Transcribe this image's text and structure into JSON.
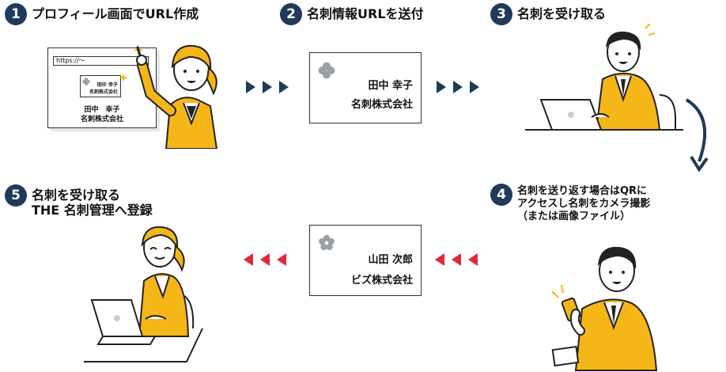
{
  "steps": [
    {
      "num": "1",
      "title_lines": [
        "プロフィール画面でURL作成"
      ]
    },
    {
      "num": "2",
      "title_lines": [
        "名刺情報URLを送付"
      ]
    },
    {
      "num": "3",
      "title_lines": [
        "名刺を受け取る"
      ]
    },
    {
      "num": "4",
      "title_lines": [
        "名刺を送り返す場合はQRに",
        "アクセスし名刺をカメラ撮影",
        "（または画像ファイル）"
      ]
    },
    {
      "num": "5",
      "title_lines": [
        "名刺を受け取る",
        "THE 名刺管理へ登録"
      ]
    }
  ],
  "browser": {
    "url_text": "https://～",
    "mini_card_name": "田中 幸子",
    "mini_card_company": "名刺株式会社",
    "page_name": "田中　幸子",
    "page_company": "名刺株式会社"
  },
  "card_a": {
    "name": "田中 幸子",
    "company": "名刺株式会社"
  },
  "card_b": {
    "name": "山田 次郎",
    "company": "ビズ株式会社"
  },
  "colors": {
    "navy": "#1f3a5b",
    "yellow": "#f5b617",
    "red": "#e0283a",
    "gray_icon": "#9aa0a6"
  }
}
